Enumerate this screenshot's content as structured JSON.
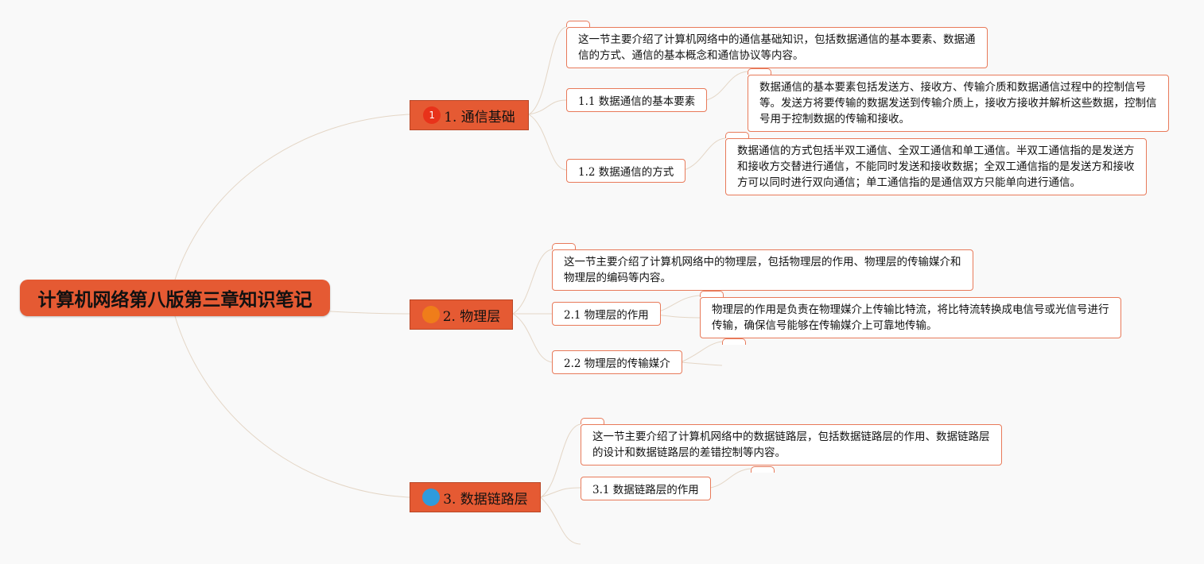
{
  "root": {
    "title": "计算机网络第八版第三章知识笔记"
  },
  "chapters": [
    {
      "badge": "1",
      "title": "1. 通信基础",
      "intro": "这一节主要介绍了计算机网络中的通信基础知识，包括数据通信的基本要素、数据通信的方式、通信的基本概念和通信协议等内容。",
      "topics": [
        {
          "title": "1.1 数据通信的基本要素",
          "detail": "数据通信的基本要素包括发送方、接收方、传输介质和数据通信过程中的控制信号等。发送方将要传输的数据发送到传输介质上，接收方接收并解析这些数据，控制信号用于控制数据的传输和接收。"
        },
        {
          "title": "1.2 数据通信的方式",
          "detail": "数据通信的方式包括半双工通信、全双工通信和单工通信。半双工通信指的是发送方和接收方交替进行通信，不能同时发送和接收数据；全双工通信指的是发送方和接收方可以同时进行双向通信；单工通信指的是通信双方只能单向进行通信。"
        }
      ]
    },
    {
      "badge": "",
      "title": "2. 物理层",
      "intro": "这一节主要介绍了计算机网络中的物理层，包括物理层的作用、物理层的传输媒介和物理层的编码等内容。",
      "topics": [
        {
          "title": "2.1 物理层的作用",
          "detail": "物理层的作用是负责在物理媒介上传输比特流，将比特流转换成电信号或光信号进行传输，确保信号能够在传输媒介上可靠地传输。"
        },
        {
          "title": "2.2 物理层的传输媒介"
        }
      ]
    },
    {
      "badge": "",
      "title": "3. 数据链路层",
      "intro": "这一节主要介绍了计算机网络中的数据链路层，包括数据链路层的作用、数据链路层的设计和数据链路层的差错控制等内容。",
      "topics": [
        {
          "title": "3.1 数据链路层的作用"
        }
      ]
    }
  ],
  "colors": {
    "accent": "#e55a33",
    "border": "#e87a5a",
    "connector": "#e4d6c6",
    "badge1": "#e8321a",
    "badge2": "#ef7d1a",
    "badge3": "#2f9bdc"
  }
}
